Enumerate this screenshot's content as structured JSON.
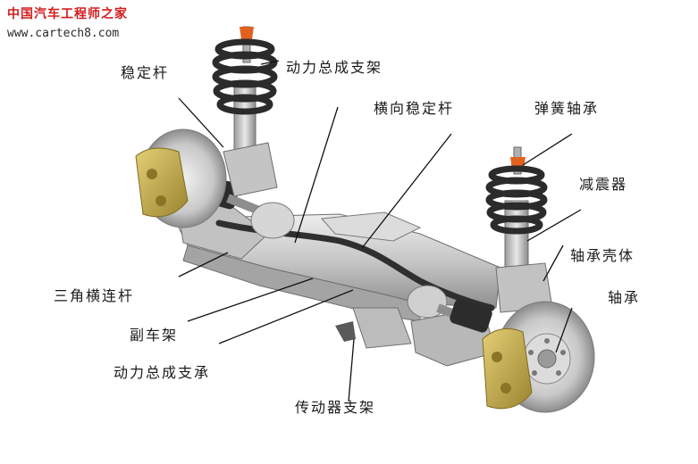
{
  "watermark": {
    "title": "中国汽车工程师之家",
    "url": "www.cartech8.com"
  },
  "labels": {
    "stabilizer_bar_left": "稳定杆",
    "powertrain_bracket": "动力总成支架",
    "lateral_stabilizer_bar": "横向稳定杆",
    "spring_bearing": "弹簧轴承",
    "shock_absorber": "减震器",
    "bearing_housing": "轴承壳体",
    "bearing": "轴承",
    "wishbone_link": "三角横连杆",
    "subframe": "副车架",
    "powertrain_mount": "动力总成支承",
    "transmission_bracket": "传动器支架"
  },
  "colors": {
    "watermark_red": "#d21e1e",
    "caliper_gold": "#c9b04a",
    "spring_dark": "#2b2b2b",
    "mount_orange": "#e0621e",
    "metal_light": "#d4d4d4"
  }
}
